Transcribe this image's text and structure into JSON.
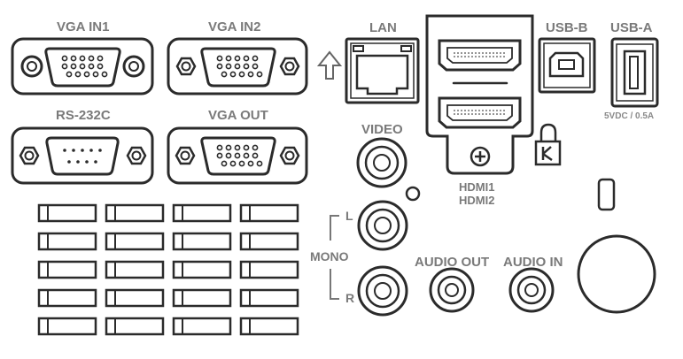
{
  "panel": {
    "labels": {
      "vga_in1": "VGA IN1",
      "vga_in2": "VGA IN2",
      "rs232c": "RS-232C",
      "vga_out": "VGA OUT",
      "lan": "LAN",
      "usb_b": "USB-B",
      "usb_a": "USB-A",
      "usb_a_power": "5VDC / 0.5A",
      "video": "VIDEO",
      "hdmi1": "HDMI1",
      "hdmi2": "HDMI2",
      "mono": "MONO",
      "left": "L",
      "right": "R",
      "audio_out": "AUDIO OUT",
      "audio_in": "AUDIO IN"
    },
    "icons": [
      "up-arrow-icon",
      "kensington-lock-icon",
      "screw-icon"
    ],
    "colors": {
      "line": "#2b2b2b",
      "label": "#7a7a7a",
      "background": "#ffffff"
    }
  }
}
